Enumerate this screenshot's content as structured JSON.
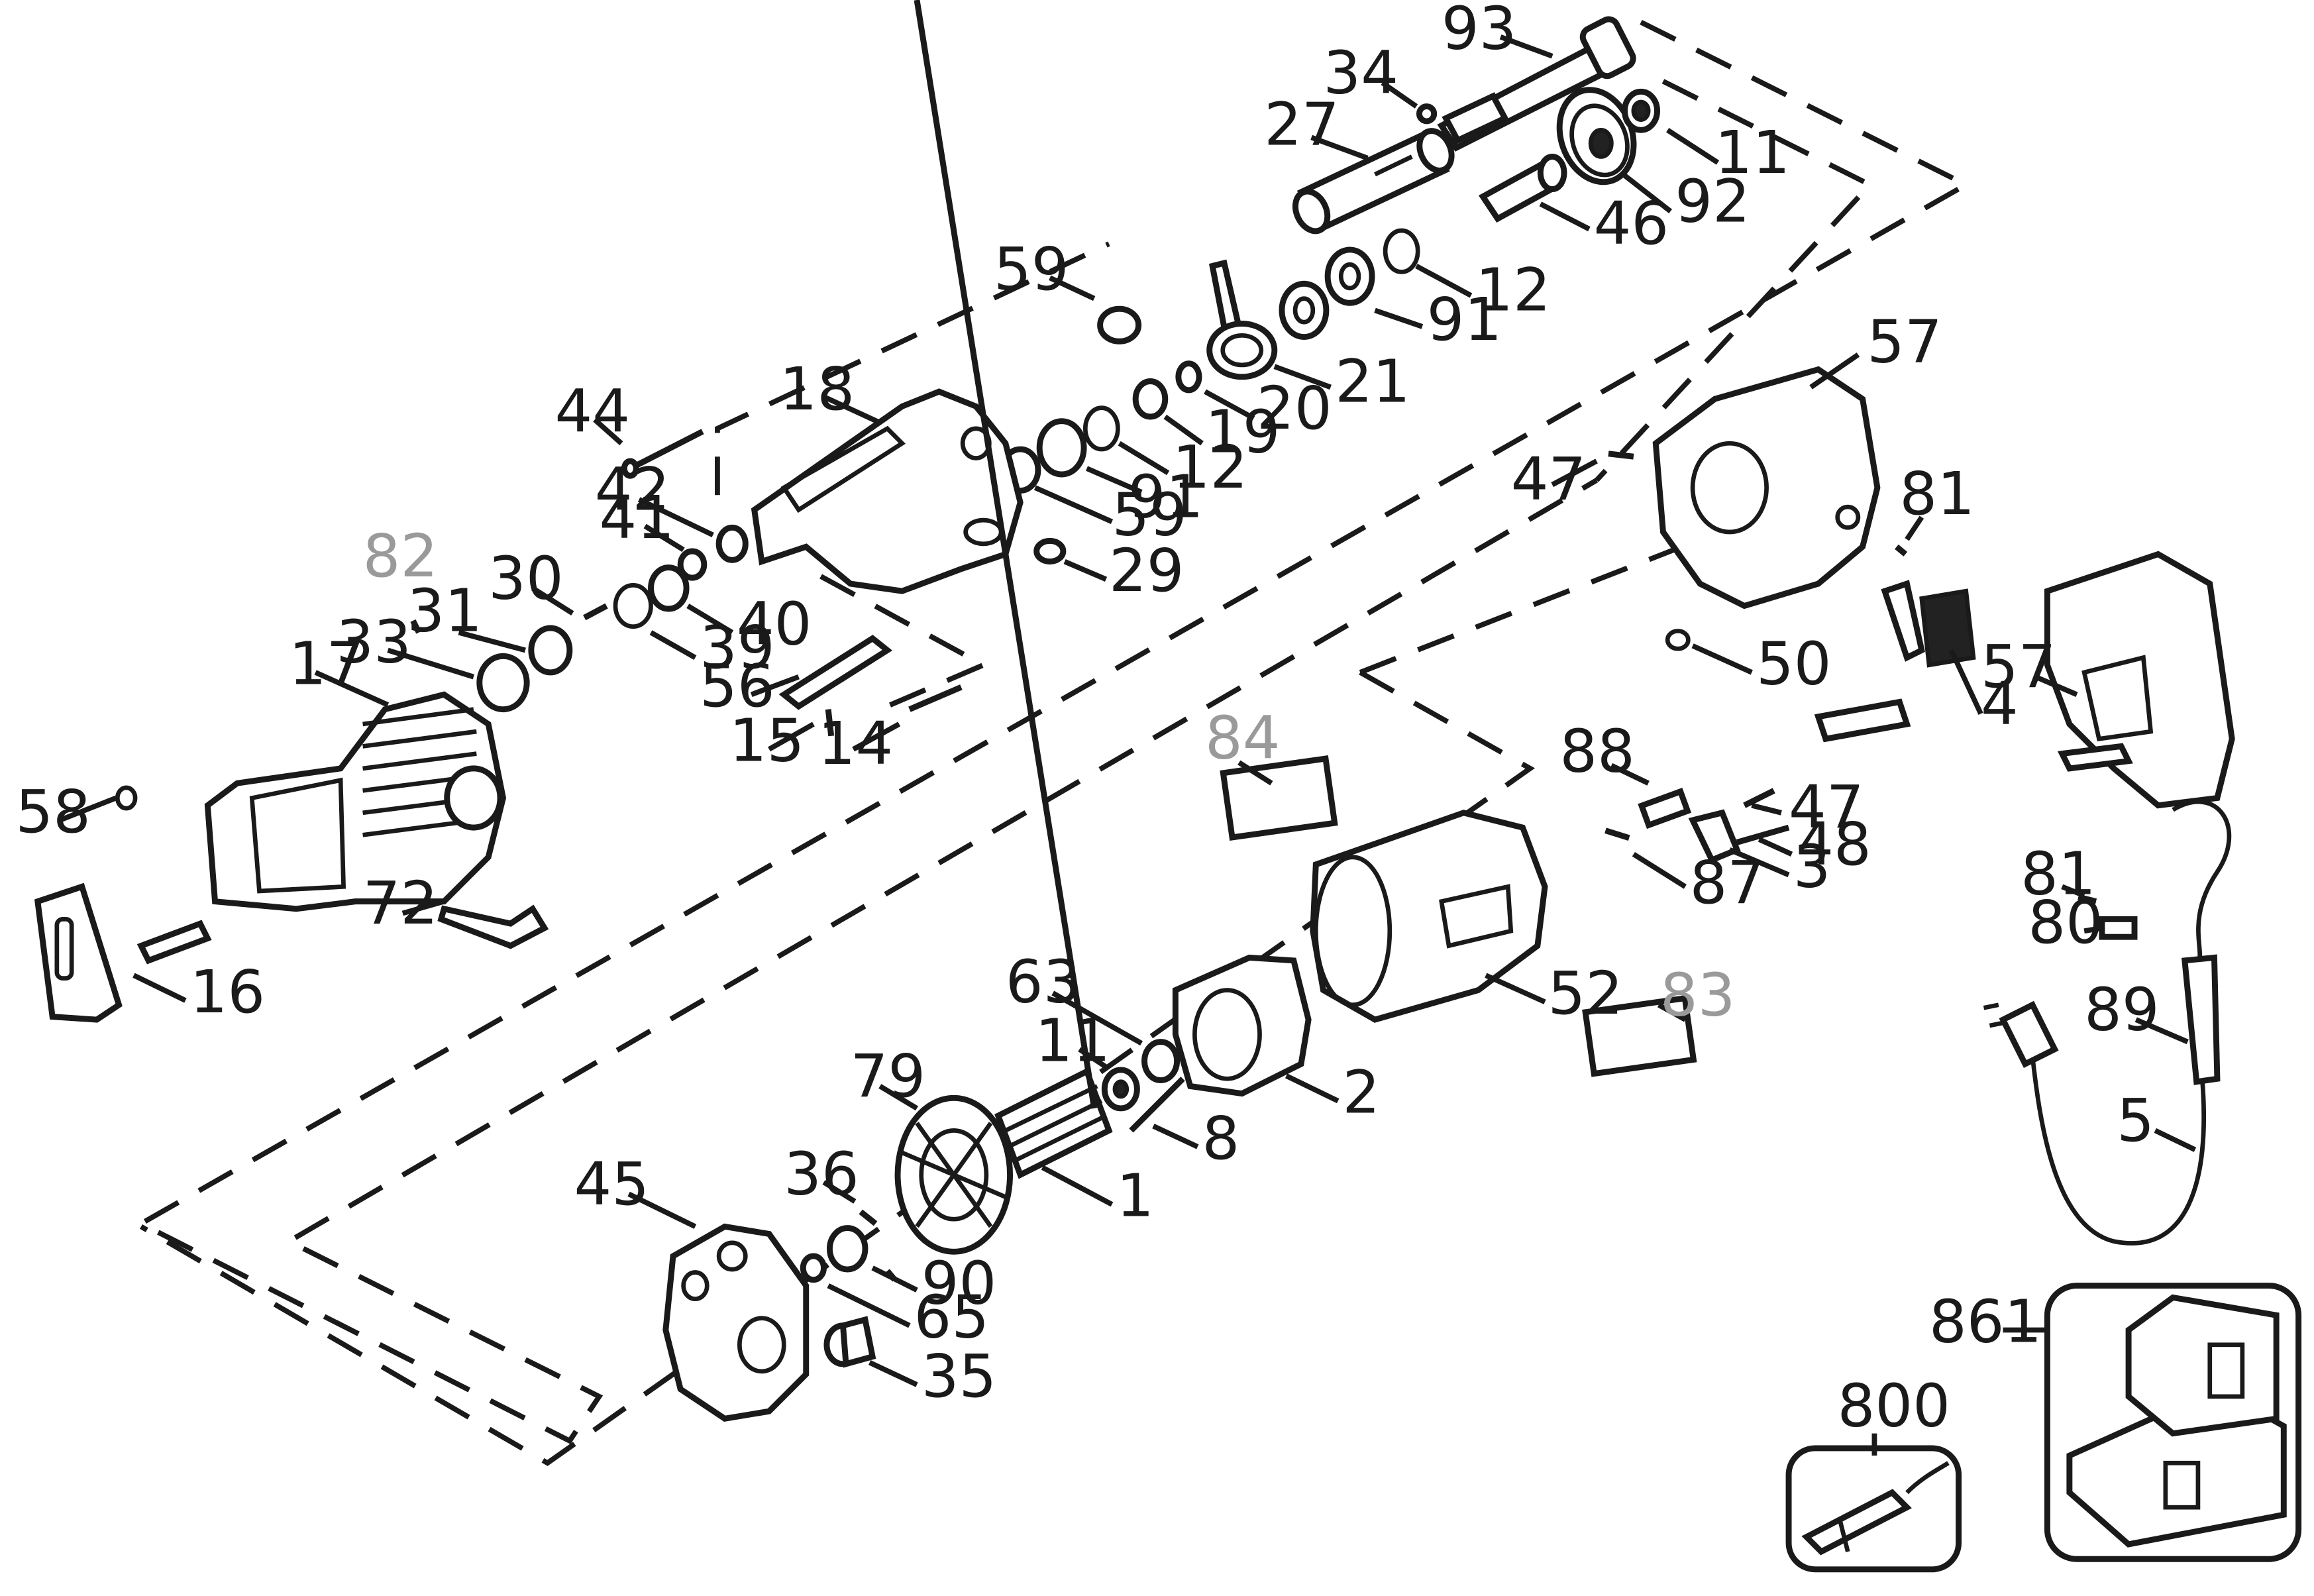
{
  "labels": {
    "p93": "93",
    "p34": "34",
    "p27": "27",
    "p11a": "11",
    "p92": "92",
    "p46": "46",
    "p12a": "12",
    "p59a": "59",
    "p91a": "91",
    "p21": "21",
    "p20": "20",
    "p19": "19",
    "p12b": "12",
    "p18": "18",
    "p44": "44",
    "p42": "42",
    "p41": "41",
    "p59b": "59",
    "p91b": "91",
    "p29": "29",
    "p57a": "57",
    "p47a": "47",
    "p81a": "81",
    "p82": "82",
    "p30": "30",
    "p31": "31",
    "p33": "33",
    "p40": "40",
    "p39": "39",
    "p17": "17",
    "p56": "56",
    "p15": "15",
    "p14": "14",
    "p50": "50",
    "p57b": "57",
    "p4": "4",
    "p58": "58",
    "p84": "84",
    "p88": "88",
    "p47b": "47",
    "p48": "48",
    "p87": "87",
    "p3": "3",
    "p81b": "81",
    "p80": "80",
    "p72": "72",
    "p16": "16",
    "p63": "63",
    "p52": "52",
    "p83": "83",
    "p89": "89",
    "p11b": "11",
    "p79": "79",
    "p2": "2",
    "p8": "8",
    "p5": "5",
    "p36": "36",
    "p1": "1",
    "p45": "45",
    "p90": "90",
    "p65": "65",
    "p35": "35",
    "p861": "861",
    "p800": "800"
  }
}
